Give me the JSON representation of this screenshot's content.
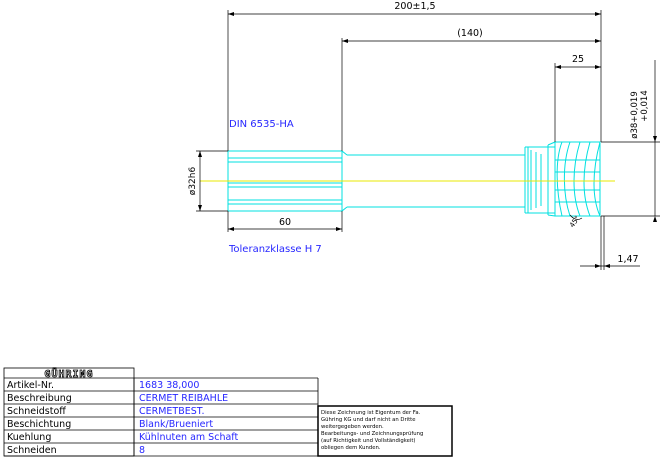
{
  "drawing": {
    "dimensions": {
      "overall_length": "200±1,5",
      "reference_length": "(140)",
      "head_length": "25",
      "head_diameter": "ø38+0,019",
      "head_diameter_tol": "+0,014",
      "shank_diameter": "ø32h6",
      "shank_length": "60",
      "chamfer": "1,47",
      "angle": "45°"
    },
    "notes": {
      "standard": "DIN 6535-HA",
      "tolerance_class": "Toleranzklasse H 7"
    },
    "colors": {
      "outline": "#00e0e0",
      "centerline": "#e8e800",
      "text_blue": "#2727ff"
    }
  },
  "title_block": {
    "logo": "GÜHRING",
    "rows": [
      {
        "label": "Artikel-Nr.",
        "value": "1683 38,000"
      },
      {
        "label": "Beschreibung",
        "value": "CERMET REIBAHLE"
      },
      {
        "label": "Schneidstoff",
        "value": "CERMETBEST."
      },
      {
        "label": "Beschichtung",
        "value": "Blank/Brueniert"
      },
      {
        "label": "Kuehlung",
        "value": "Kühlnuten am Schaft"
      },
      {
        "label": "Schneiden",
        "value": "8"
      }
    ],
    "notice_lines": [
      "Diese Zeichnung ist Eigentum der Fa.",
      "Gühring KG und darf nicht an Dritte",
      "weitergegeben werden.",
      "Bearbeitungs- und Zeichnungsprüfung",
      "(auf Richtigkeit und Vollständigkeit)",
      "obliegen dem Kunden."
    ]
  }
}
